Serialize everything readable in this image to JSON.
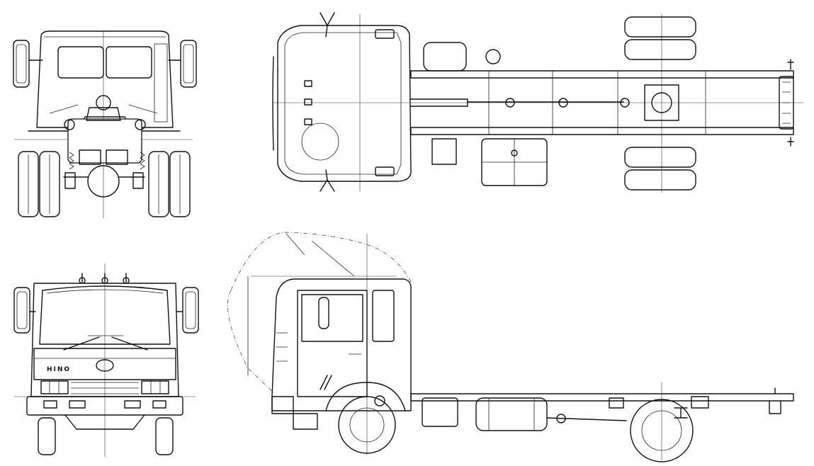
{
  "image_kind": "blueprint",
  "line_color": "#111111",
  "background_color": "#ffffff",
  "views": [
    "rear",
    "top",
    "front",
    "side"
  ],
  "front_grille_badge": "HINO"
}
